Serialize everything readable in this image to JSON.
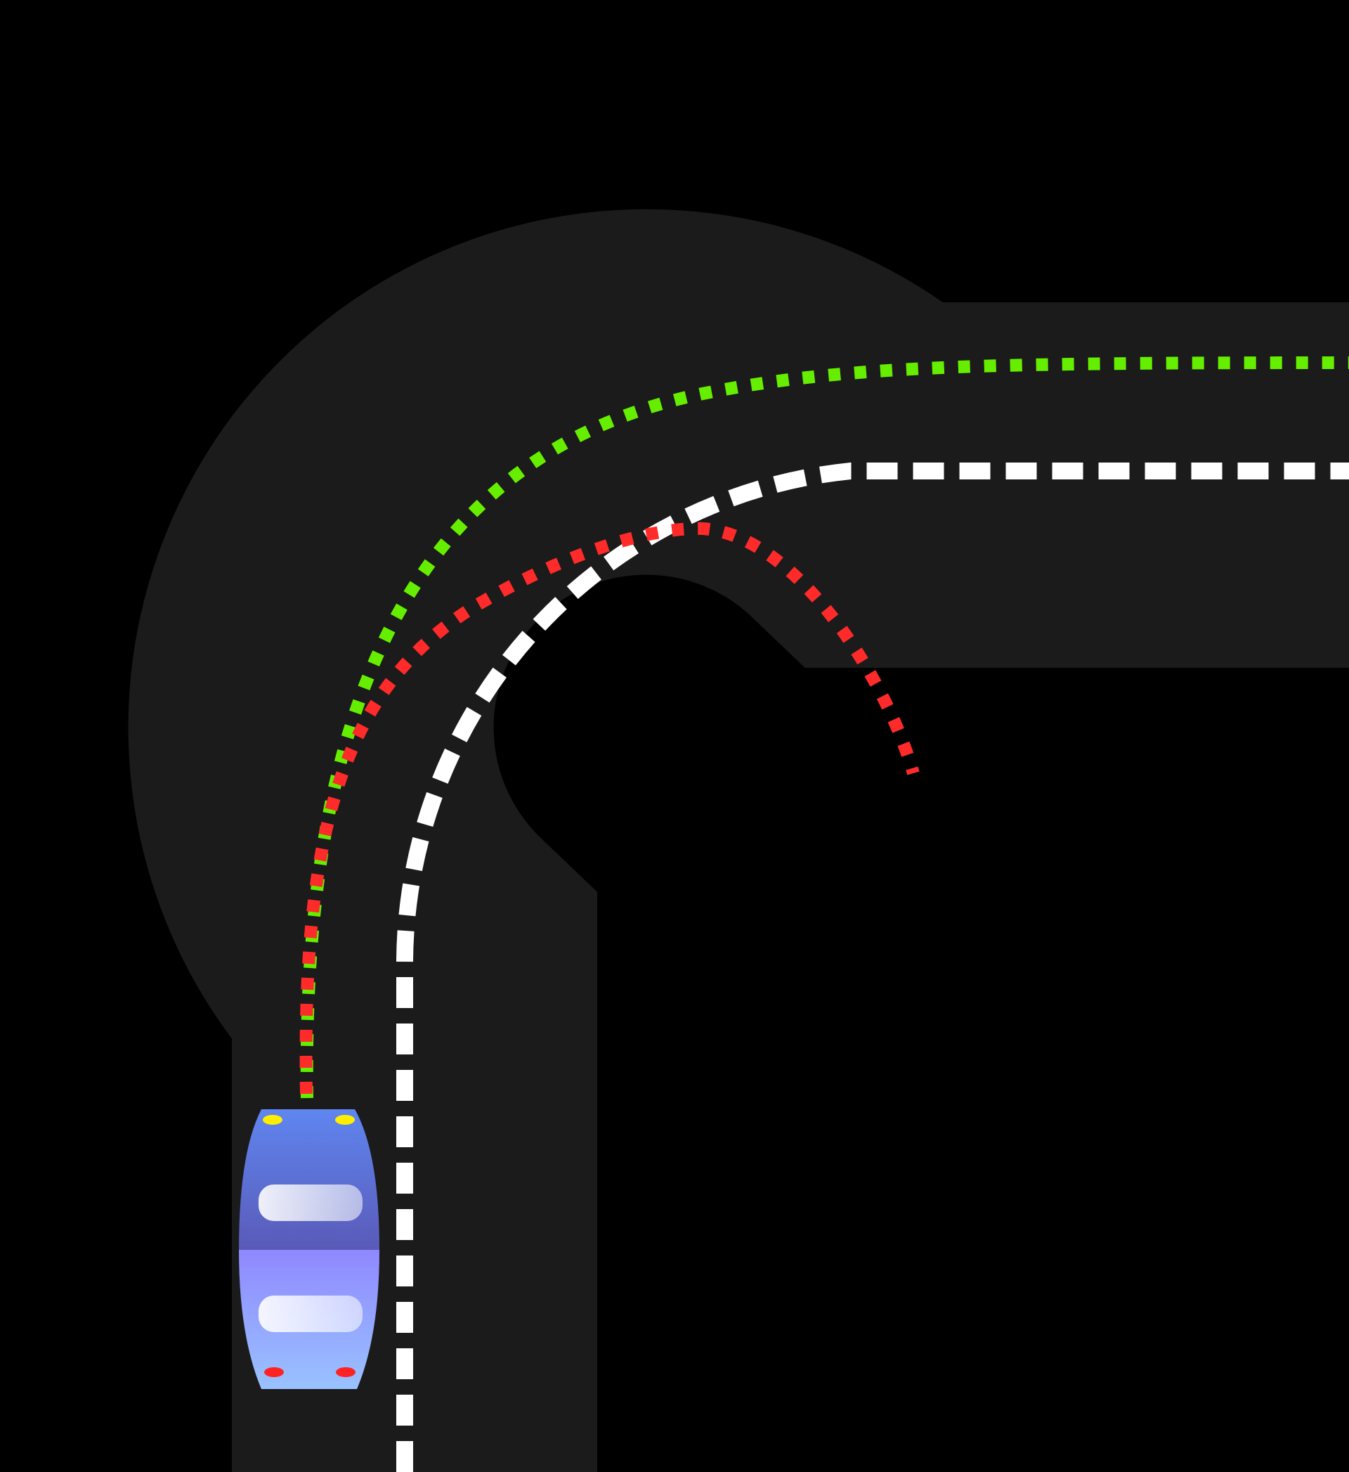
{
  "scene": {
    "type": "top-down-driving-track",
    "colors": {
      "background": "#000000",
      "road": "#1b1b1b",
      "center_line": "#ffffff",
      "planned_path": "#66ee00",
      "predicted_path": "#ff2a2a",
      "car_front": "#5f86f0",
      "car_front_shadow": "#5a5ab8",
      "car_rear": "#8f88ff",
      "car_rear_light": "#99c2ff",
      "car_window": "#e6e8ff",
      "headlight": "#ffee00",
      "taillight": "#ff2222"
    },
    "track": {
      "shape": "rounded-corner",
      "turn_direction": "right"
    },
    "center_line": {
      "style": "dashed"
    },
    "planned_path": {
      "label": "",
      "style": "dotted"
    },
    "predicted_path": {
      "label": "",
      "style": "dotted"
    },
    "car": {
      "heading": "up",
      "headlights": 2,
      "taillights": 2,
      "windows": 2
    }
  }
}
